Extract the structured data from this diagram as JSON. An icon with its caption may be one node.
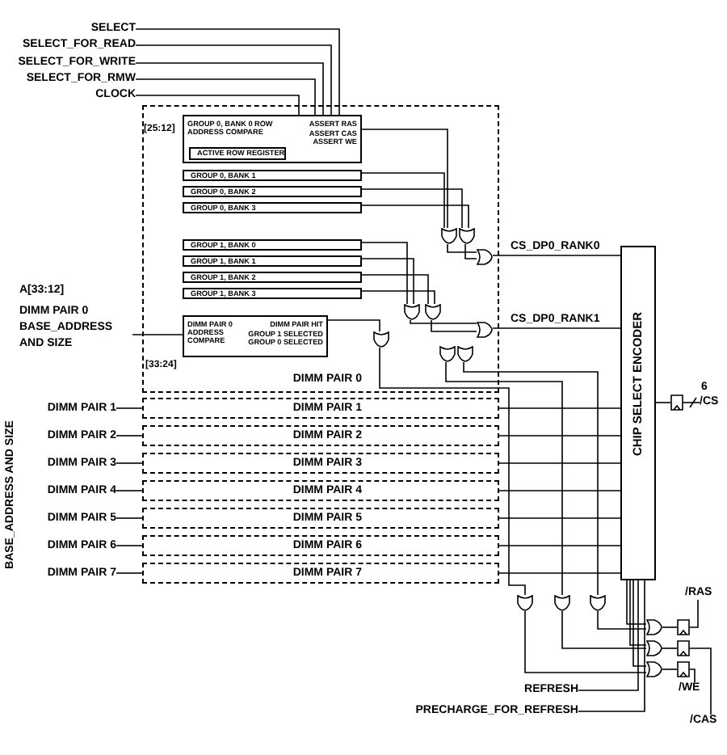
{
  "diagram": {
    "nodes": [
      {
        "text": [
          "DIMM PAIR 0"
        ]
      },
      {
        "text": [
          "GROUP 0, BANK 0 ROW ADDRESS COMPARE",
          "ASSERT RAS",
          "ASSERT CAS",
          "ASSERT WE"
        ],
        "in": 0
      },
      {
        "text": [
          "ACTIVE ROW REGISTER"
        ],
        "in": 1
      },
      {
        "text": [
          "GROUP 0, BANK 1"
        ],
        "in": 0
      },
      {
        "text": [
          "GROUP 0, BANK 2"
        ],
        "in": 0
      },
      {
        "text": [
          "GROUP 0, BANK 3"
        ],
        "in": 0
      },
      {
        "text": [
          "GROUP 1, BANK 0"
        ],
        "in": 0
      },
      {
        "text": [
          "GROUP 1, BANK 1"
        ],
        "in": 0
      },
      {
        "text": [
          "GROUP 1, BANK 2"
        ],
        "in": 0
      },
      {
        "text": [
          "GROUP 1, BANK 3"
        ],
        "in": 0
      },
      {
        "text": [
          "DIMM PAIR 0 ADDRESS COMPARE",
          "DIMM PAIR HIT",
          "GROUP 1 SELECTED",
          "GROUP 0 SELECTED"
        ],
        "in": 0
      },
      {
        "text": [
          "DIMM PAIR 1"
        ]
      },
      {
        "text": [
          "DIMM PAIR 2"
        ]
      },
      {
        "text": [
          "DIMM PAIR 3"
        ]
      },
      {
        "text": [
          "DIMM PAIR 4"
        ]
      },
      {
        "text": [
          "DIMM PAIR 5"
        ]
      },
      {
        "text": [
          "DIMM PAIR 6"
        ]
      },
      {
        "text": [
          "DIMM PAIR 7"
        ]
      },
      {
        "text": [
          "CHIP SELECT ENCODER"
        ]
      },
      {
        "text": [
          "SELECT"
        ]
      },
      {
        "text": [
          "SELECT_FOR_READ"
        ]
      },
      {
        "text": [
          "SELECT_FOR_WRITE"
        ]
      },
      {
        "text": [
          "SELECT_FOR_RMW"
        ]
      },
      {
        "text": [
          "CLOCK"
        ]
      },
      {
        "text": [
          "DIMM PAIR 0 BASE_ADDRESS AND SIZE"
        ]
      },
      {
        "text": [
          "DIMM PAIR 1"
        ]
      },
      {
        "text": [
          "DIMM PAIR 2"
        ]
      },
      {
        "text": [
          "DIMM PAIR 3"
        ]
      },
      {
        "text": [
          "DIMM PAIR 4"
        ]
      },
      {
        "text": [
          "DIMM PAIR 5"
        ]
      },
      {
        "text": [
          "DIMM PAIR 6"
        ]
      },
      {
        "text": [
          "DIMM PAIR 7"
        ]
      },
      {
        "text": [
          "REFRESH"
        ]
      },
      {
        "text": [
          "PRECHARGE_FOR_REFRESH"
        ]
      },
      {
        "text": [
          "/RAS"
        ]
      },
      {
        "text": [
          "/WE"
        ]
      },
      {
        "text": [
          "/CAS"
        ]
      },
      {
        "text": [
          "/CS"
        ]
      },
      {
        "text": [],
        "shape": "gate",
        "in": 0
      },
      {
        "text": [],
        "shape": "gate",
        "in": 0
      },
      {
        "text": [],
        "shape": "gate",
        "in": 0
      },
      {
        "text": [],
        "shape": "gate",
        "in": 0
      },
      {
        "text": [],
        "shape": "gate",
        "in": 0
      },
      {
        "text": [],
        "shape": "gate",
        "in": 0
      },
      {
        "text": [],
        "shape": "gate",
        "in": 0
      },
      {
        "text": [],
        "shape": "gate",
        "in": 0
      },
      {
        "text": [],
        "shape": "gate",
        "in": 0
      },
      {
        "text": [],
        "shape": "gate"
      },
      {
        "text": [],
        "shape": "gate"
      },
      {
        "text": [],
        "shape": "gate"
      },
      {
        "text": [],
        "shape": "gate"
      },
      {
        "text": [],
        "shape": "gate"
      },
      {
        "text": [],
        "shape": "gate"
      },
      {
        "text": [],
        "shape": "box"
      },
      {
        "text": [],
        "shape": "box"
      },
      {
        "text": [],
        "shape": "box"
      },
      {
        "text": [],
        "shape": "box"
      }
    ],
    "edges": [
      {
        "from": 19,
        "to": 1,
        "arrow": "none"
      },
      {
        "from": 20,
        "to": 1,
        "arrow": "none"
      },
      {
        "from": 21,
        "to": 1,
        "arrow": "none"
      },
      {
        "from": 22,
        "to": 1,
        "arrow": "none"
      },
      {
        "from": 23,
        "to": 1,
        "arrow": "none"
      },
      {
        "from": 24,
        "to": 10,
        "arrow": "none"
      },
      {
        "from": 25,
        "to": 11,
        "arrow": "none"
      },
      {
        "from": 26,
        "to": 12,
        "arrow": "none"
      },
      {
        "from": 27,
        "to": 13,
        "arrow": "none"
      },
      {
        "from": 28,
        "to": 14,
        "arrow": "none"
      },
      {
        "from": 29,
        "to": 15,
        "arrow": "none"
      },
      {
        "from": 30,
        "to": 16,
        "arrow": "none"
      },
      {
        "from": 31,
        "to": 17,
        "arrow": "none"
      },
      {
        "from": 1,
        "to": 38,
        "arrow": "none"
      },
      {
        "from": 3,
        "to": 38,
        "arrow": "none"
      },
      {
        "from": 4,
        "to": 39,
        "arrow": "none"
      },
      {
        "from": 5,
        "to": 39,
        "arrow": "none"
      },
      {
        "from": 38,
        "to": 40,
        "arrow": "none"
      },
      {
        "from": 39,
        "to": 40,
        "arrow": "none"
      },
      {
        "from": 40,
        "to": 18,
        "arrow": "none",
        "label": "CS_DP0_RANK0"
      },
      {
        "from": 6,
        "to": 42,
        "arrow": "none"
      },
      {
        "from": 7,
        "to": 42,
        "arrow": "none"
      },
      {
        "from": 8,
        "to": 43,
        "arrow": "none"
      },
      {
        "from": 9,
        "to": 43,
        "arrow": "none"
      },
      {
        "from": 10,
        "to": 41,
        "arrow": "none"
      },
      {
        "from": 42,
        "to": 44,
        "arrow": "none"
      },
      {
        "from": 43,
        "to": 44,
        "arrow": "none"
      },
      {
        "from": 41,
        "to": 47,
        "arrow": "none"
      },
      {
        "from": 44,
        "to": 18,
        "arrow": "none",
        "label": "CS_DP0_RANK1"
      },
      {
        "from": 45,
        "to": 48,
        "arrow": "none"
      },
      {
        "from": 46,
        "to": 49,
        "arrow": "none"
      },
      {
        "from": 11,
        "to": 18,
        "arrow": "none"
      },
      {
        "from": 12,
        "to": 18,
        "arrow": "none"
      },
      {
        "from": 13,
        "to": 18,
        "arrow": "none"
      },
      {
        "from": 14,
        "to": 18,
        "arrow": "none"
      },
      {
        "from": 15,
        "to": 18,
        "arrow": "none"
      },
      {
        "from": 16,
        "to": 18,
        "arrow": "none"
      },
      {
        "from": 17,
        "to": 18,
        "arrow": "none"
      },
      {
        "from": 32,
        "to": 18,
        "arrow": "none"
      },
      {
        "from": 33,
        "to": 18,
        "arrow": "none"
      },
      {
        "from": 18,
        "to": 50,
        "arrow": "none"
      },
      {
        "from": 18,
        "to": 51,
        "arrow": "none"
      },
      {
        "from": 18,
        "to": 52,
        "arrow": "none"
      },
      {
        "from": 47,
        "to": 52,
        "arrow": "none"
      },
      {
        "from": 48,
        "to": 51,
        "arrow": "none"
      },
      {
        "from": 49,
        "to": 50,
        "arrow": "none"
      },
      {
        "from": 50,
        "to": 53,
        "arrow": "none"
      },
      {
        "from": 51,
        "to": 54,
        "arrow": "none"
      },
      {
        "from": 52,
        "to": 55,
        "arrow": "none"
      },
      {
        "from": 53,
        "to": 34,
        "arrow": "none"
      },
      {
        "from": 54,
        "to": 36,
        "arrow": "none"
      },
      {
        "from": 55,
        "to": 35,
        "arrow": "none"
      },
      {
        "from": 18,
        "to": 56,
        "arrow": "none"
      },
      {
        "from": 56,
        "to": 37,
        "arrow": "none"
      }
    ],
    "labels": [
      "[25:12]",
      "A[33:12]",
      "[33:24]",
      "BASE_ADDRESS AND SIZE",
      "6"
    ]
  }
}
